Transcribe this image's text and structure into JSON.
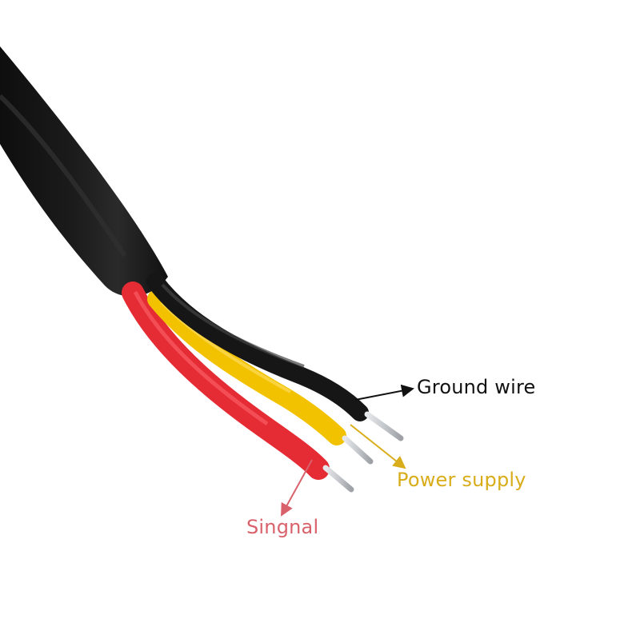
{
  "labels": {
    "ground": "Ground wire",
    "power": "Power supply",
    "signal": "Singnal"
  },
  "colors": {
    "background": "#ffffff",
    "cable_jacket": "#171717",
    "ground_label": "#111111",
    "power_label": "#d8ad19",
    "signal_label": "#d9616b",
    "red_wire": "#ea313b",
    "yellow_wire": "#f2c200",
    "black_wire": "#161616",
    "copper": "#c8cbd0"
  },
  "icons": {
    "ground_arrow": "arrow-pointer-icon",
    "power_arrow": "arrow-pointer-icon",
    "signal_arrow": "arrow-pointer-icon"
  }
}
